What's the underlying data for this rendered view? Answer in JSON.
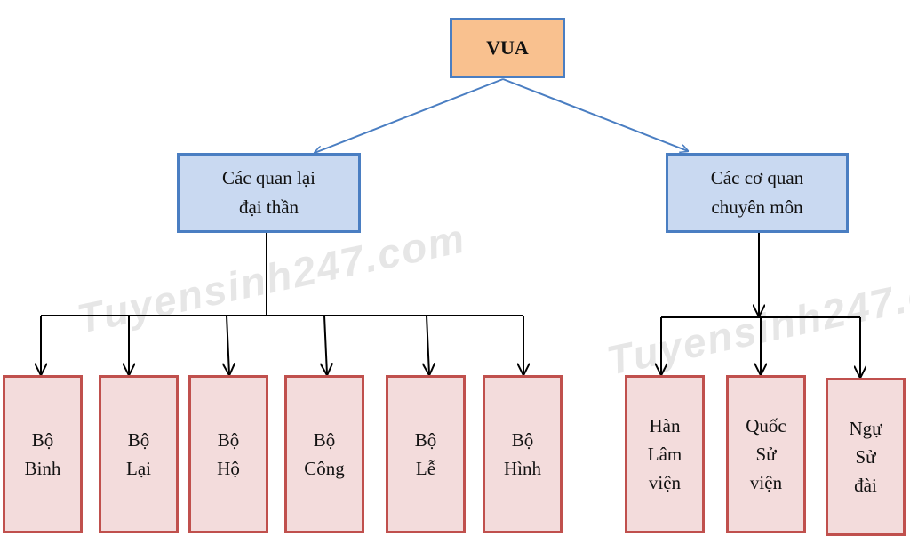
{
  "watermark": "Tuyensinh247.com",
  "root": {
    "label": "VUA"
  },
  "groups": [
    {
      "id": "officials",
      "lines": [
        "Các quan lại",
        "đại thần"
      ]
    },
    {
      "id": "agencies",
      "lines": [
        "Các cơ quan",
        "chuyên môn"
      ]
    }
  ],
  "ministries": [
    {
      "lines": [
        "Bộ",
        "Binh"
      ]
    },
    {
      "lines": [
        "Bộ",
        "Lại"
      ]
    },
    {
      "lines": [
        "Bộ",
        "Hộ"
      ]
    },
    {
      "lines": [
        "Bộ",
        "Công"
      ]
    },
    {
      "lines": [
        "Bộ",
        "Lễ"
      ]
    },
    {
      "lines": [
        "Bộ",
        "Hình"
      ]
    }
  ],
  "specialized": [
    {
      "lines": [
        "Hàn",
        "Lâm",
        "viện"
      ]
    },
    {
      "lines": [
        "Quốc",
        "Sử",
        "viện"
      ]
    },
    {
      "lines": [
        "Ngự",
        "Sử",
        "đài"
      ]
    }
  ],
  "colors": {
    "root_fill": "#f9c18f",
    "group_fill": "#c9d9f1",
    "leaf_fill": "#f3dcdc",
    "blue_border": "#4a7ec2",
    "red_border": "#c0504d"
  }
}
